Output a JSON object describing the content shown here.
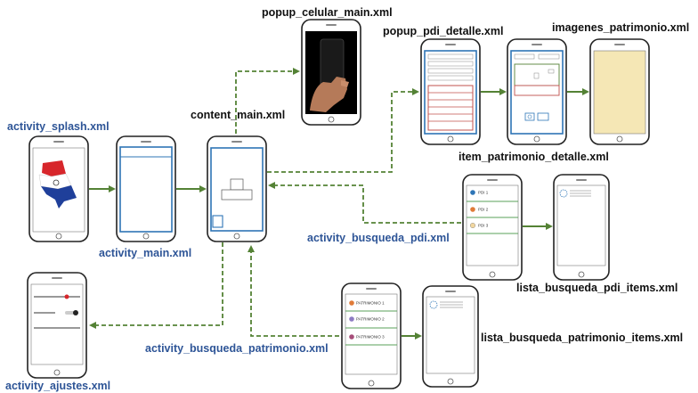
{
  "labels": {
    "popup_celular_main": "popup_celular_main.xml",
    "popup_pdi_detalle": "popup_pdi_detalle.xml",
    "imagenes_patrimonio": "imagenes_patrimonio.xml",
    "content_main": "content_main.xml",
    "activity_splash": "activity_splash.xml",
    "activity_main": "activity_main.xml",
    "item_patrimonio_detalle": "item_patrimonio_detalle.xml",
    "activity_busqueda_pdi": "activity_busqueda_pdi.xml",
    "lista_busqueda_pdi_items": "lista_busqueda_pdi_items.xml",
    "activity_ajustes": "activity_ajustes.xml",
    "activity_busqueda_patrimonio": "activity_busqueda_patrimonio.xml",
    "lista_busqueda_patrimonio_items": "lista_busqueda_patrimonio_items.xml"
  },
  "pdi_items": [
    "PDI 1",
    "PDI 2",
    "PDI 3"
  ],
  "patrimonio_items": [
    "PATRIMONIO 1",
    "PATRIMONIO 2",
    "PATRIMONIO 3"
  ],
  "colors": {
    "screen_border": "#2e75b6",
    "arrow_green": "#548235",
    "label_blue": "#2e5597",
    "flag_red": "#d7262b",
    "flag_blue": "#1f3f9a",
    "list_line": "#5aa05a",
    "red_block": "#c0504d",
    "image_fill": "#f5e7b5"
  }
}
